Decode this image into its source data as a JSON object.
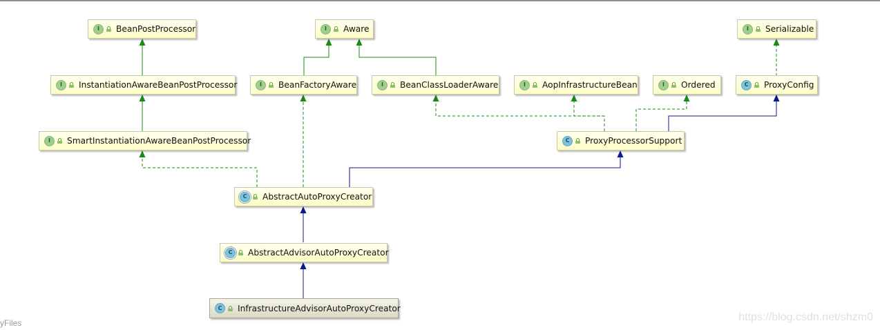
{
  "nodes": {
    "bean_post_processor": {
      "label": "BeanPostProcessor",
      "kind": "interface",
      "badge": "I"
    },
    "aware": {
      "label": "Aware",
      "kind": "interface",
      "badge": "I"
    },
    "serializable": {
      "label": "Serializable",
      "kind": "interface",
      "badge": "I"
    },
    "instantiation_aware": {
      "label": "InstantiationAwareBeanPostProcessor",
      "kind": "interface",
      "badge": "I"
    },
    "bean_factory_aware": {
      "label": "BeanFactoryAware",
      "kind": "interface",
      "badge": "I"
    },
    "bean_class_loader_aware": {
      "label": "BeanClassLoaderAware",
      "kind": "interface",
      "badge": "I"
    },
    "aop_infrastructure_bean": {
      "label": "AopInfrastructureBean",
      "kind": "interface",
      "badge": "I"
    },
    "ordered": {
      "label": "Ordered",
      "kind": "interface",
      "badge": "I"
    },
    "proxy_config": {
      "label": "ProxyConfig",
      "kind": "class",
      "badge": "C"
    },
    "smart_instantiation_aware": {
      "label": "SmartInstantiationAwareBeanPostProcessor",
      "kind": "interface",
      "badge": "I"
    },
    "proxy_processor_support": {
      "label": "ProxyProcessorSupport",
      "kind": "class",
      "badge": "C"
    },
    "abstract_auto_proxy_creator": {
      "label": "AbstractAutoProxyCreator",
      "kind": "abstract-class",
      "badge": "C"
    },
    "abstract_advisor_auto_proxy_creator": {
      "label": "AbstractAdvisorAutoProxyCreator",
      "kind": "abstract-class",
      "badge": "C"
    },
    "infrastructure_advisor_auto_proxy_creator": {
      "label": "InfrastructureAdvisorAutoProxyCreator",
      "kind": "class",
      "badge": "C",
      "selected": true
    }
  },
  "edges": [
    {
      "from": "instantiation_aware",
      "to": "bean_post_processor",
      "relation": "extends"
    },
    {
      "from": "smart_instantiation_aware",
      "to": "instantiation_aware",
      "relation": "extends"
    },
    {
      "from": "bean_factory_aware",
      "to": "aware",
      "relation": "extends"
    },
    {
      "from": "bean_class_loader_aware",
      "to": "aware",
      "relation": "extends"
    },
    {
      "from": "proxy_config",
      "to": "serializable",
      "relation": "implements"
    },
    {
      "from": "abstract_auto_proxy_creator",
      "to": "smart_instantiation_aware",
      "relation": "implements"
    },
    {
      "from": "abstract_auto_proxy_creator",
      "to": "bean_factory_aware",
      "relation": "implements"
    },
    {
      "from": "abstract_auto_proxy_creator",
      "to": "proxy_processor_support",
      "relation": "extends"
    },
    {
      "from": "proxy_processor_support",
      "to": "bean_class_loader_aware",
      "relation": "implements"
    },
    {
      "from": "proxy_processor_support",
      "to": "aop_infrastructure_bean",
      "relation": "implements"
    },
    {
      "from": "proxy_processor_support",
      "to": "ordered",
      "relation": "implements"
    },
    {
      "from": "proxy_processor_support",
      "to": "proxy_config",
      "relation": "extends"
    },
    {
      "from": "abstract_advisor_auto_proxy_creator",
      "to": "abstract_auto_proxy_creator",
      "relation": "extends"
    },
    {
      "from": "infrastructure_advisor_auto_proxy_creator",
      "to": "abstract_advisor_auto_proxy_creator",
      "relation": "extends"
    }
  ],
  "colors": {
    "interface_extends": "#1a8a1a",
    "implements": "#1a8a1a",
    "class_extends": "#0b1a8a",
    "node_fill": "#fdfdc6",
    "node_border": "#c9c9a6"
  },
  "watermarks": {
    "bottom_left": "yFiles",
    "bottom_right": "https://blog.csdn.net/shzm0"
  }
}
